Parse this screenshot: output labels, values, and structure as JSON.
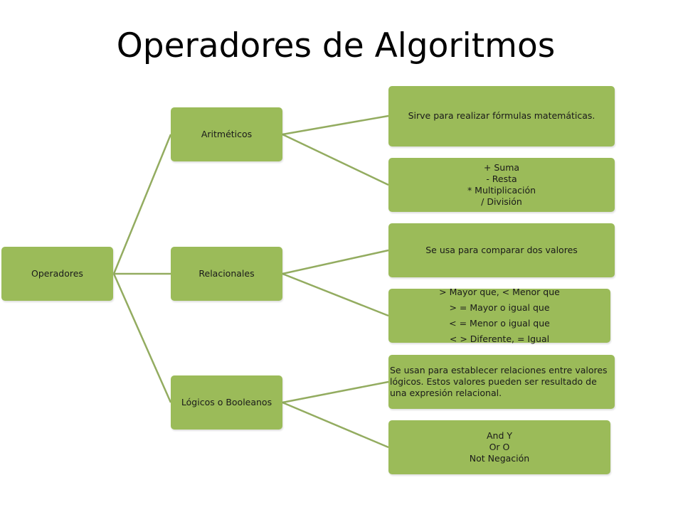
{
  "title": "Operadores de Algoritmos",
  "colors": {
    "node_fill": "#9bbb59",
    "connector": "#93ac60"
  },
  "root": {
    "label": "Operadores"
  },
  "branches": [
    {
      "label": "Aritméticos",
      "children": [
        {
          "lines": [
            "Sirve para realizar fórmulas matemáticas."
          ]
        },
        {
          "lines": [
            "+ Suma",
            "- Resta",
            "* Multiplicación",
            "/ División"
          ]
        }
      ]
    },
    {
      "label": "Relacionales",
      "children": [
        {
          "lines": [
            "Se usa para comparar dos valores"
          ]
        },
        {
          "lines": [
            "> Mayor que, < Menor que",
            "> = Mayor o igual que",
            "< = Menor o igual que",
            "< > Diferente, = Igual"
          ]
        }
      ]
    },
    {
      "label": "Lógicos o Booleanos",
      "children": [
        {
          "lines": [
            "Se usan para establecer relaciones entre valores lógicos. Estos valores pueden ser resultado de una expresión relacional."
          ]
        },
        {
          "lines": [
            "And Y",
            "Or O",
            "Not Negación"
          ]
        }
      ]
    }
  ]
}
